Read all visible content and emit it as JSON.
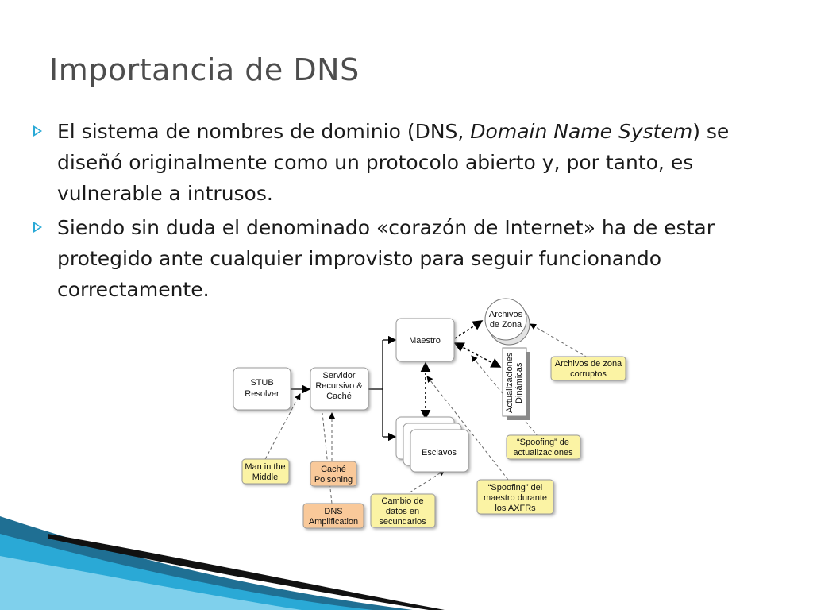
{
  "slide": {
    "title": "Importancia de DNS",
    "paragraph1": {
      "part1": "El sistema de nombres de dominio (DNS, ",
      "italic1": "Domain Name System",
      "part2": ") se diseñó originalmente como un protocolo abierto y, por tanto, es vulnerable a intrusos."
    },
    "paragraph2": "Siendo sin duda el denominado «corazón de Internet» ha de estar protegido ante cualquier improvisto para seguir funcionando correctamente."
  },
  "diagram": {
    "nodes": {
      "stub_line1": "STUB",
      "stub_line2": "Resolver",
      "servidor_line1": "Servidor",
      "servidor_line2": "Recursivo &",
      "servidor_line3": "Caché",
      "maestro": "Maestro",
      "esclavos": "Esclavos",
      "archivos_line1": "Archivos",
      "archivos_line2": "de Zona",
      "actualizaciones_line1": "Actualizaciones",
      "actualizaciones_line2": "Dinámicas"
    },
    "threats": {
      "man_line1": "Man in the",
      "man_line2": "Middle",
      "cache_line1": "Caché",
      "cache_line2": "Poisoning",
      "dns_line1": "DNS",
      "dns_line2": "Amplification",
      "cambio_line1": "Cambio de",
      "cambio_line2": "datos en",
      "cambio_line3": "secundarios",
      "spoofmaestro_line1": "“Spoofing” del",
      "spoofmaestro_line2": "maestro durante",
      "spoofmaestro_line3": "los AXFRs",
      "spoofact_line1": "“Spoofing” de",
      "spoofact_line2": "actualizaciones",
      "corruptos_line1": "Archivos de zona",
      "corruptos_line2": "corruptos"
    },
    "colors": {
      "yellow_box": "#fbf3a4",
      "orange_box": "#f9c99a",
      "node_fill": "#ffffff",
      "node_stroke": "#9a9a9a"
    }
  },
  "decoration": {
    "accent_colors": [
      "#2aa9d6",
      "#1f6f93",
      "#7fd0ec",
      "#111111"
    ]
  }
}
